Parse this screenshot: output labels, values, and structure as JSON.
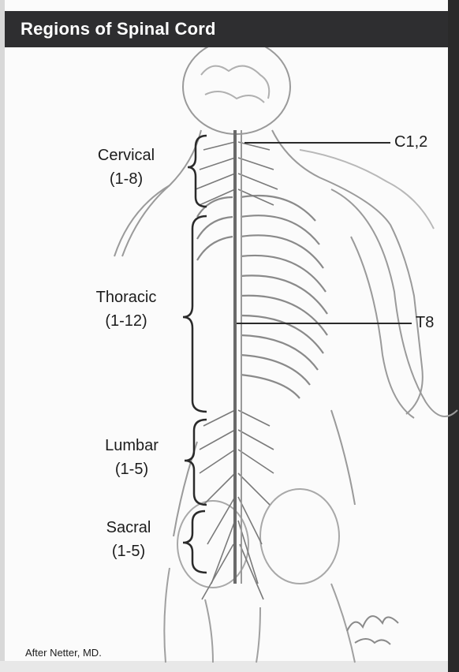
{
  "title": "Regions of Spinal Cord",
  "regions": [
    {
      "name": "Cervical",
      "range": "(1-8)"
    },
    {
      "name": "Thoracic",
      "range": "(1-12)"
    },
    {
      "name": "Lumbar",
      "range": "(1-5)"
    },
    {
      "name": "Sacral",
      "range": "(1-5)"
    }
  ],
  "callouts": {
    "c12": "C1,2",
    "t8": "T8"
  },
  "credit": "After Netter, MD.",
  "colors": {
    "title_bar": "#2e2e30",
    "line": "#3a3a3a",
    "background": "#fbfbfb"
  }
}
